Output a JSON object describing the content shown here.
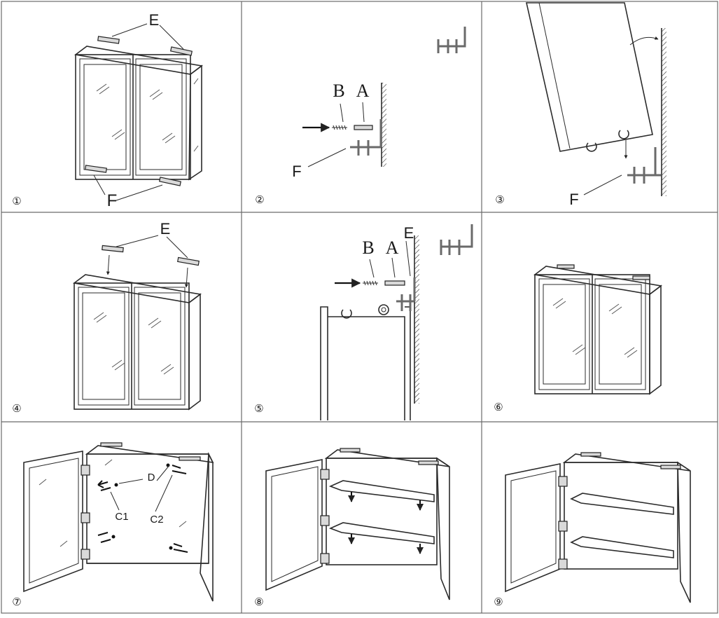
{
  "panels": [
    {
      "step": "①",
      "labels": {
        "top": "E",
        "bottom": "F"
      }
    },
    {
      "step": "②",
      "labels": {
        "b": "B",
        "a": "A",
        "f": "F"
      }
    },
    {
      "step": "③",
      "labels": {
        "f": "F"
      }
    },
    {
      "step": "④",
      "labels": {
        "top": "E"
      }
    },
    {
      "step": "⑤",
      "labels": {
        "b": "B",
        "a": "A",
        "e": "E"
      }
    },
    {
      "step": "⑥",
      "labels": {}
    },
    {
      "step": "⑦",
      "labels": {
        "d": "D",
        "c1": "C1",
        "c2": "C2"
      }
    },
    {
      "step": "⑧",
      "labels": {}
    },
    {
      "step": "⑨",
      "labels": {}
    }
  ],
  "colors": {
    "line": "#2b2b2b",
    "grid": "#6b6b6b",
    "bracket": "#6a6a6a",
    "background": "#ffffff"
  },
  "icons": [
    "arrow-right-icon",
    "arrow-down-icon",
    "curved-arrow-icon",
    "wall-hatch-icon",
    "bracket-icon"
  ]
}
